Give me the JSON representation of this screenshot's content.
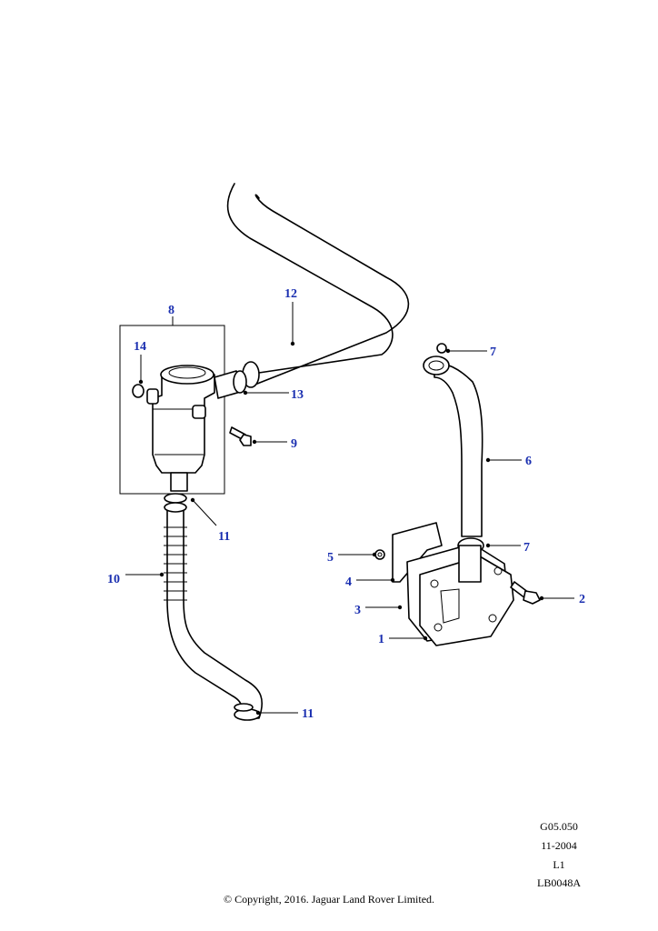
{
  "callouts": {
    "c1": "1",
    "c2": "2",
    "c3": "3",
    "c4": "4",
    "c5": "5",
    "c6": "6",
    "c7a": "7",
    "c7b": "7",
    "c8": "8",
    "c9": "9",
    "c10": "10",
    "c11a": "11",
    "c11b": "11",
    "c12": "12",
    "c13": "13",
    "c14": "14"
  },
  "reference": {
    "code": "G05.050",
    "date": "11-2004",
    "level": "L1",
    "drawing": "LB0048A"
  },
  "copyright": "© Copyright, 2016. Jaguar Land Rover Limited.",
  "colors": {
    "callout": "#1a2fb0",
    "line": "#000000"
  }
}
